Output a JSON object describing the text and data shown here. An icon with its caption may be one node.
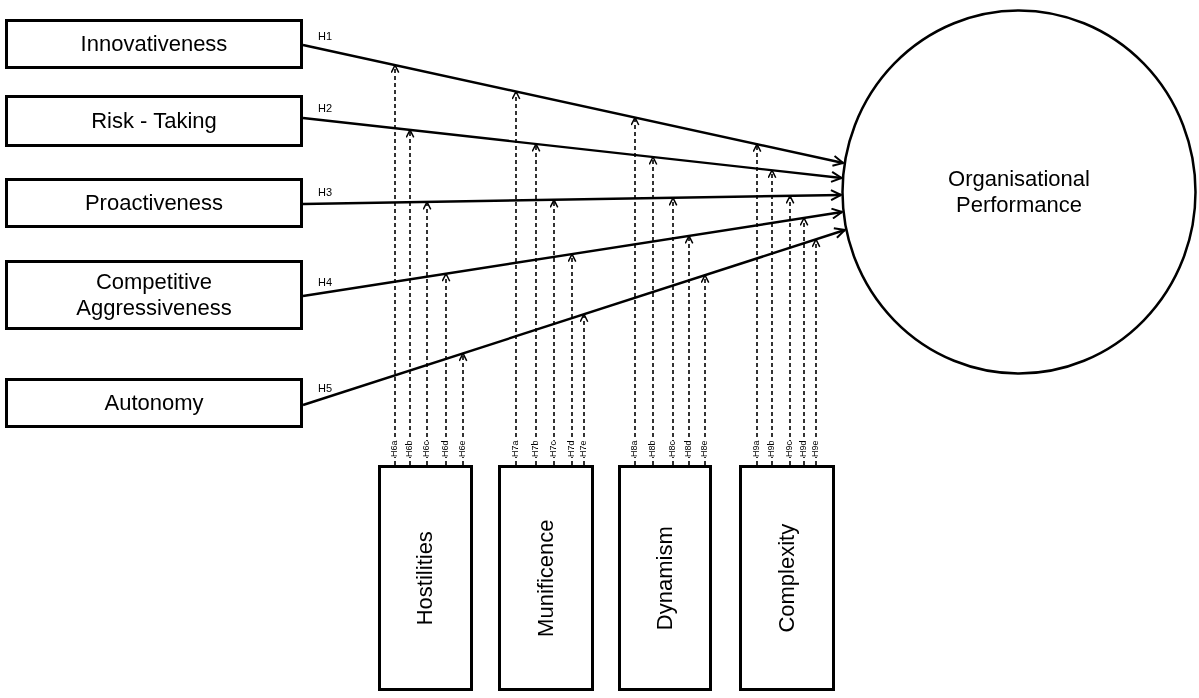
{
  "diagram": {
    "nodes": [
      {
        "text": [
          "Innovativeness"
        ]
      },
      {
        "text": [
          "Risk - Taking"
        ]
      },
      {
        "text": [
          "Proactiveness"
        ]
      },
      {
        "text": [
          "Competitive Aggressiveness"
        ]
      },
      {
        "text": [
          "Autonomy"
        ]
      },
      {
        "text": [
          "Organisational Performance"
        ]
      },
      {
        "text": [
          "Hostilities"
        ]
      },
      {
        "text": [
          "Munificence"
        ]
      },
      {
        "text": [
          "Dynamism"
        ]
      },
      {
        "text": [
          "Complexity"
        ]
      }
    ],
    "edges": [
      {
        "from": 0,
        "to": 5,
        "arrow": "to",
        "label": "H1"
      },
      {
        "from": 1,
        "to": 5,
        "arrow": "to",
        "label": "H2"
      },
      {
        "from": 2,
        "to": 5,
        "arrow": "to",
        "label": "H3"
      },
      {
        "from": 3,
        "to": 5,
        "arrow": "to",
        "label": "H4"
      },
      {
        "from": 4,
        "to": 5,
        "arrow": "to",
        "label": "H5"
      },
      {
        "from": 6,
        "to": null,
        "arrow": "to",
        "label": "H6a",
        "style": "dashed"
      },
      {
        "from": 6,
        "to": null,
        "arrow": "to",
        "label": "H6b",
        "style": "dashed"
      },
      {
        "from": 6,
        "to": null,
        "arrow": "to",
        "label": "H6c",
        "style": "dashed"
      },
      {
        "from": 6,
        "to": null,
        "arrow": "to",
        "label": "H6d",
        "style": "dashed"
      },
      {
        "from": 6,
        "to": null,
        "arrow": "to",
        "label": "H6e",
        "style": "dashed"
      },
      {
        "from": 7,
        "to": null,
        "arrow": "to",
        "label": "H7a",
        "style": "dashed"
      },
      {
        "from": 7,
        "to": null,
        "arrow": "to",
        "label": "H7b",
        "style": "dashed"
      },
      {
        "from": 7,
        "to": null,
        "arrow": "to",
        "label": "H7c",
        "style": "dashed"
      },
      {
        "from": 7,
        "to": null,
        "arrow": "to",
        "label": "H7d",
        "style": "dashed"
      },
      {
        "from": 7,
        "to": null,
        "arrow": "to",
        "label": "H7e",
        "style": "dashed"
      },
      {
        "from": 8,
        "to": null,
        "arrow": "to",
        "label": "H8a",
        "style": "dashed"
      },
      {
        "from": 8,
        "to": null,
        "arrow": "to",
        "label": "H8b",
        "style": "dashed"
      },
      {
        "from": 8,
        "to": null,
        "arrow": "to",
        "label": "H8c",
        "style": "dashed"
      },
      {
        "from": 8,
        "to": null,
        "arrow": "to",
        "label": "H8d",
        "style": "dashed"
      },
      {
        "from": 8,
        "to": null,
        "arrow": "to",
        "label": "H8e",
        "style": "dashed"
      },
      {
        "from": 9,
        "to": null,
        "arrow": "to",
        "label": "H9a",
        "style": "dashed"
      },
      {
        "from": 9,
        "to": null,
        "arrow": "to",
        "label": "H9b",
        "style": "dashed"
      },
      {
        "from": 9,
        "to": null,
        "arrow": "to",
        "label": "H9c",
        "style": "dashed"
      },
      {
        "from": 9,
        "to": null,
        "arrow": "to",
        "label": "H9d",
        "style": "dashed"
      },
      {
        "from": 9,
        "to": null,
        "arrow": "to",
        "label": "H9e",
        "style": "dashed"
      }
    ]
  }
}
